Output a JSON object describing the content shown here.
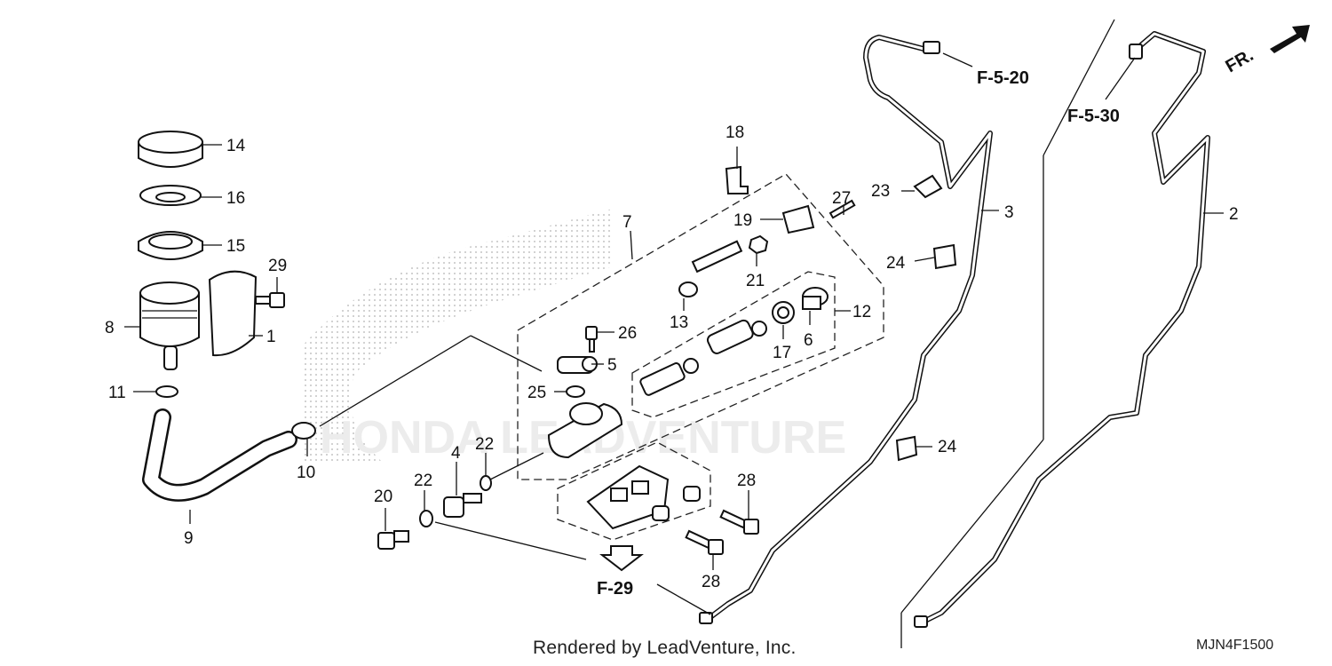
{
  "diagram": {
    "callouts": {
      "c1": "1",
      "c2": "2",
      "c3": "3",
      "c4": "4",
      "c5": "5",
      "c6": "6",
      "c7": "7",
      "c8": "8",
      "c9": "9",
      "c10": "10",
      "c11": "11",
      "c12": "12",
      "c13": "13",
      "c14": "14",
      "c15": "15",
      "c16": "16",
      "c17": "17",
      "c18": "18",
      "c19": "19",
      "c20": "20",
      "c21": "21",
      "c22a": "22",
      "c22b": "22",
      "c23": "23",
      "c24a": "24",
      "c24b": "24",
      "c25": "25",
      "c26": "26",
      "c27": "27",
      "c28a": "28",
      "c28b": "28",
      "c29": "29"
    },
    "references": {
      "f520": "F-5-20",
      "f530": "F-5-30",
      "f29": "F-29",
      "front": "FR."
    },
    "watermark": "HONDA LEADVENTURE"
  },
  "footer": {
    "credit": "Rendered by LeadVenture, Inc.",
    "diagram_code": "MJN4F1500"
  }
}
